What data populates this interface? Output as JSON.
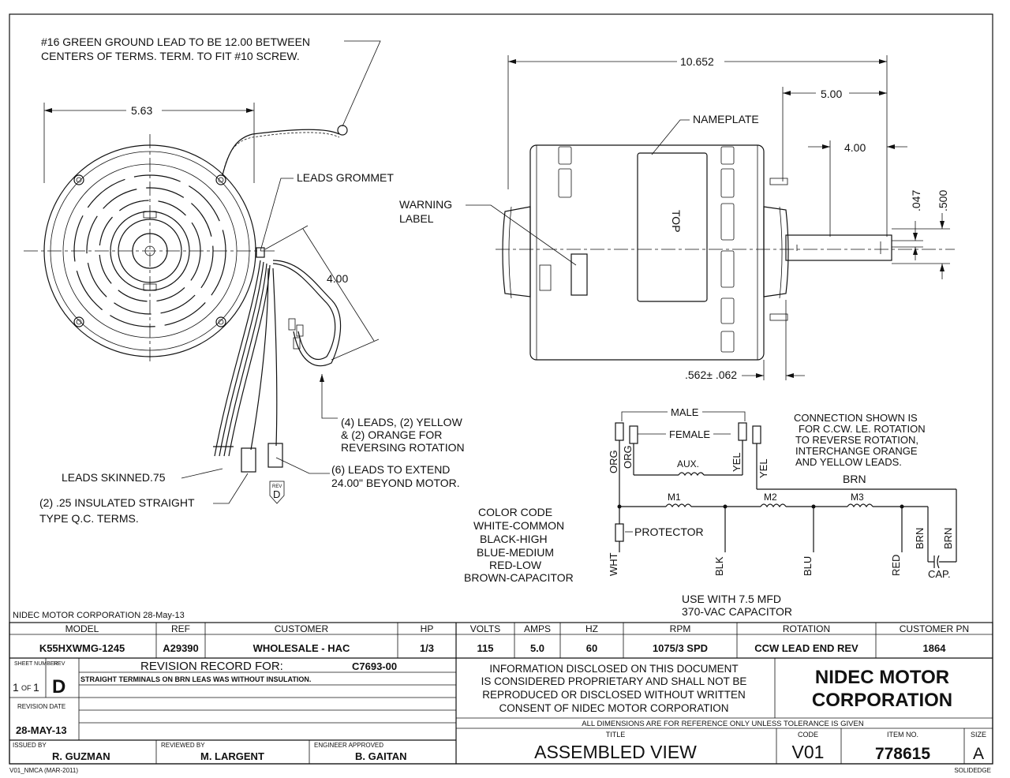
{
  "notes": {
    "ground_lead_1": "#16 GREEN GROUND LEAD TO BE 12.00 BETWEEN",
    "ground_lead_2": "CENTERS OF TERMS.  TERM. TO FIT #10 SCREW.",
    "leads_grommet": "LEADS GROMMET",
    "warning_label_1": "WARNING",
    "warning_label_2": "LABEL",
    "nameplate": "NAMEPLATE",
    "top": "TOP",
    "leads_4_1": "(4) LEADS, (2) YELLOW",
    "leads_4_2": "& (2) ORANGE FOR",
    "leads_4_3": "REVERSING ROTATION",
    "leads_6_1": "(6) LEADS TO EXTEND",
    "leads_6_2": "24.00\" BEYOND MOTOR.",
    "leads_skinned": "LEADS SKINNED.75",
    "insulated_1": "(2) .25 INSULATED STRAIGHT",
    "insulated_2": "TYPE Q.C. TERMS.",
    "rev_d": "D",
    "rev_small": "REV"
  },
  "dimensions": {
    "d_563": "5.63",
    "d_400_left": "4.00",
    "d_10652": "10.652",
    "d_500": "5.00",
    "d_400_right": "4.00",
    "d_047": ".047",
    "d_0500": ".500",
    "d_562": ".562± .062"
  },
  "color_code": {
    "title": "COLOR CODE",
    "lines": [
      "WHITE-COMMON",
      "BLACK-HIGH",
      "BLUE-MEDIUM",
      "RED-LOW",
      "BROWN-CAPACITOR"
    ]
  },
  "wiring": {
    "male": "MALE",
    "female": "FEMALE",
    "aux": "AUX.",
    "brn_top": "BRN",
    "m1": "M1",
    "m2": "M2",
    "m3": "M3",
    "protector": "PROTECTOR",
    "org1": "ORG",
    "org2": "ORG",
    "yel1": "YEL",
    "yel2": "YEL",
    "wht": "WHT",
    "blk": "BLK",
    "blu": "BLU",
    "red": "RED",
    "brn1": "BRN",
    "brn2": "BRN",
    "cap": "CAP.",
    "conn_note": [
      "CONNECTION SHOWN IS",
      "FOR C.CW. LE. ROTATION",
      "TO REVERSE ROTATION,",
      "INTERCHANGE ORANGE",
      "AND YELLOW LEADS."
    ],
    "use_with_1": "USE WITH 7.5 MFD",
    "use_with_2": "370-VAC CAPACITOR"
  },
  "title_block": {
    "corp_date": "NIDEC MOTOR CORPORATION 28-May-13",
    "headers": {
      "model": "MODEL",
      "ref": "REF",
      "customer": "CUSTOMER",
      "hp": "HP",
      "volts": "VOLTS",
      "amps": "AMPS",
      "hz": "HZ",
      "rpm": "RPM",
      "rotation": "ROTATION",
      "customer_pn": "CUSTOMER PN"
    },
    "values": {
      "model": "K55HXWMG-1245",
      "ref": "A29390",
      "customer": "WHOLESALE - HAC",
      "hp": "1/3",
      "volts": "115",
      "amps": "5.0",
      "hz": "60",
      "rpm": "1075/3 SPD",
      "rotation": "CCW LEAD END REV",
      "customer_pn": "1864"
    },
    "sheet_label": "SHEET NUMBER",
    "sheet_value_1": "1",
    "sheet_of": "OF",
    "sheet_value_2": "1",
    "rev_label": "REV",
    "rev_value": "D",
    "revision_record": "REVISION RECORD FOR:",
    "revision_code": "C7693-00",
    "revision_note": "STRAIGHT TERMINALS ON BRN LEAS WAS WITHOUT INSULATION.",
    "revision_date_label": "REVISION DATE",
    "revision_date": "28-MAY-13",
    "info": [
      "INFORMATION DISCLOSED ON THIS DOCUMENT",
      "IS CONSIDERED PROPRIETARY AND SHALL NOT BE",
      "REPRODUCED OR DISCLOSED WITHOUT WRITTEN",
      "CONSENT OF NIDEC MOTOR CORPORATION"
    ],
    "company_1": "NIDEC MOTOR",
    "company_2": "CORPORATION",
    "all_dims": "ALL DIMENSIONS ARE FOR REFERENCE ONLY UNLESS TOLERANCE IS GIVEN",
    "title_label": "TITLE",
    "title": "ASSEMBLED VIEW",
    "code_label": "CODE",
    "code": "V01",
    "item_label": "ITEM NO.",
    "item": "778615",
    "size_label": "SIZE",
    "size": "A",
    "issued_label": "ISSUED BY",
    "issued": "R. GUZMAN",
    "reviewed_label": "REVIEWED BY",
    "reviewed": "M. LARGENT",
    "engineer_label": "ENGINEER APPROVED",
    "engineer": "B. GAITAN",
    "form_code": "V01_NMCA (MAR-2011)",
    "software": "SOLIDEDGE"
  }
}
